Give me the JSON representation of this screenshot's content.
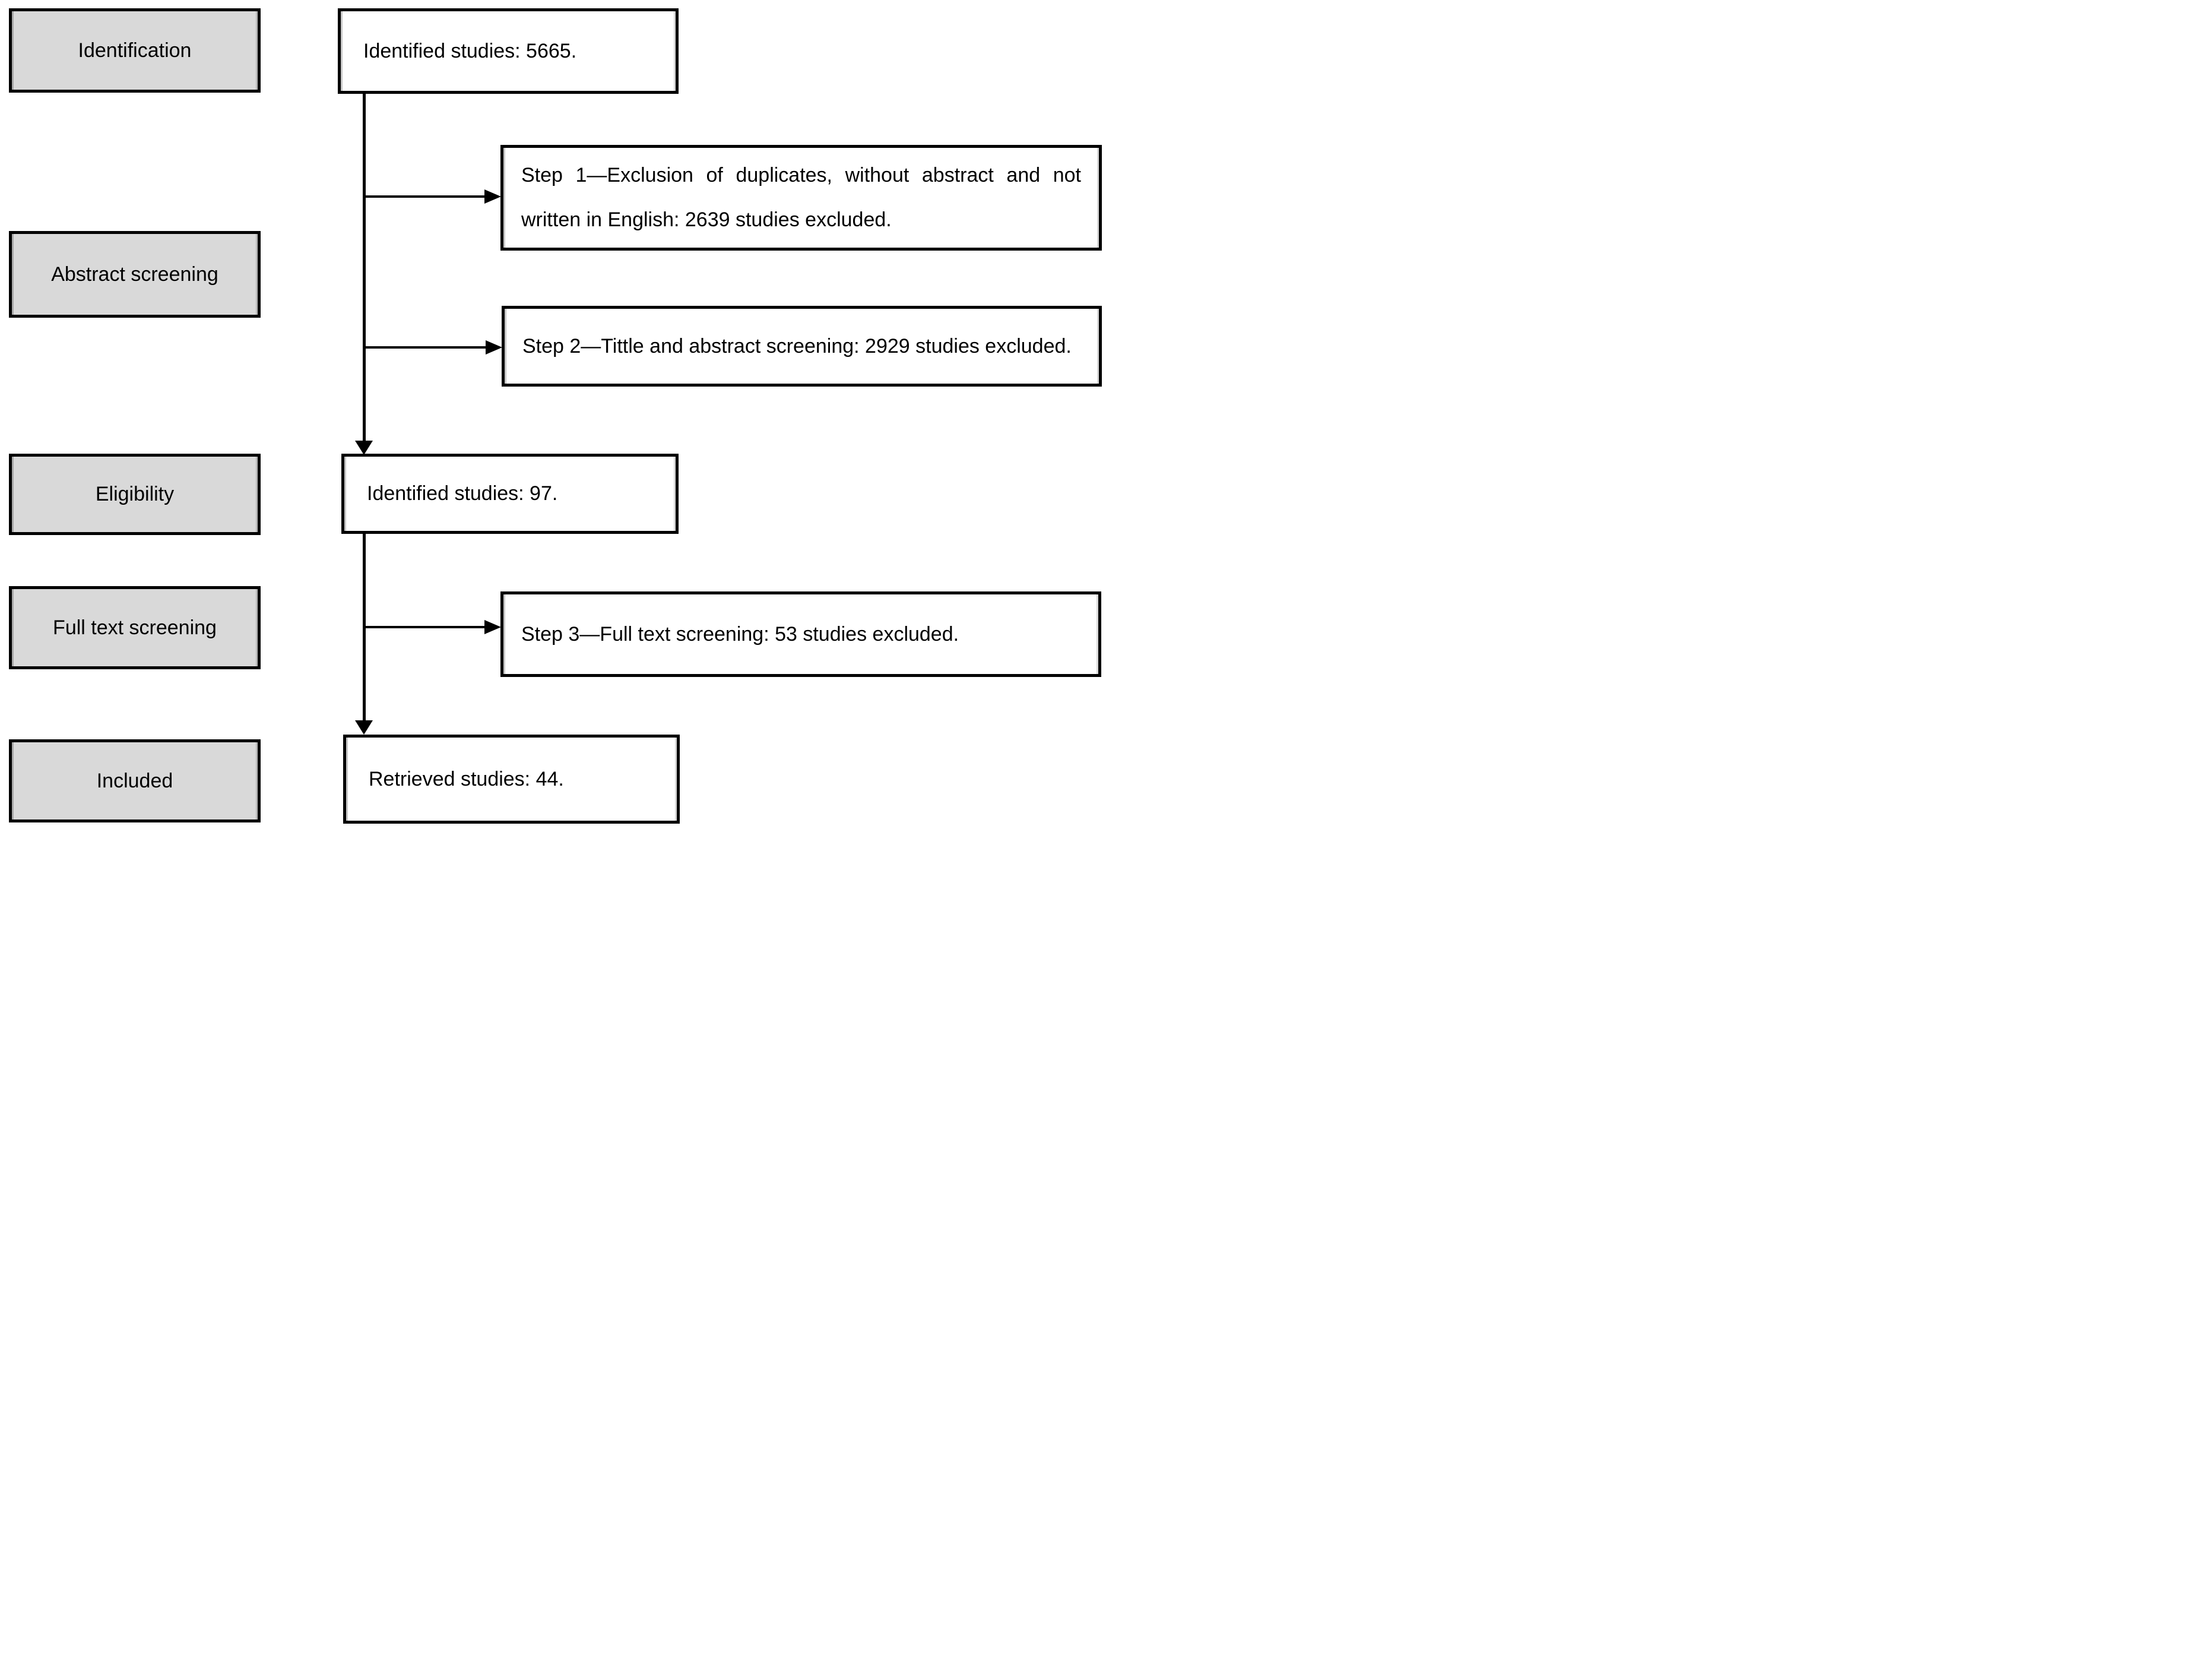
{
  "diagram": {
    "kind": "study-selection-flowchart",
    "colors": {
      "stage_fill": "#d9d9d9",
      "node_fill": "#ffffff",
      "border": "#000000",
      "text": "#000000",
      "background": "#ffffff"
    },
    "stages": [
      {
        "id": "identification",
        "label": "Identification"
      },
      {
        "id": "abstract-screening",
        "label": "Abstract screening"
      },
      {
        "id": "eligibility",
        "label": "Eligibility"
      },
      {
        "id": "full-text-screening",
        "label": "Full text screening"
      },
      {
        "id": "included",
        "label": "Included"
      }
    ],
    "nodes": [
      {
        "id": "identified-5665",
        "text": "Identified studies: 5665."
      },
      {
        "id": "step-1",
        "text": "Step 1—Exclusion of duplicates, without abstract and not written in English: 2639 studies excluded."
      },
      {
        "id": "step-2",
        "text": "Step 2—Tittle and abstract screening: 2929 studies excluded."
      },
      {
        "id": "identified-97",
        "text": "Identified studies: 97."
      },
      {
        "id": "step-3",
        "text": "Step 3—Full text screening: 53 studies excluded."
      },
      {
        "id": "retrieved-44",
        "text": "Retrieved studies: 44."
      }
    ],
    "edges": [
      {
        "from": "identified-5665",
        "to": "step-1",
        "arrow": "right"
      },
      {
        "from": "identified-5665",
        "to": "step-2",
        "arrow": "right"
      },
      {
        "from": "identified-5665",
        "to": "identified-97",
        "arrow": "down"
      },
      {
        "from": "identified-97",
        "to": "step-3",
        "arrow": "right"
      },
      {
        "from": "identified-97",
        "to": "retrieved-44",
        "arrow": "down"
      }
    ]
  }
}
